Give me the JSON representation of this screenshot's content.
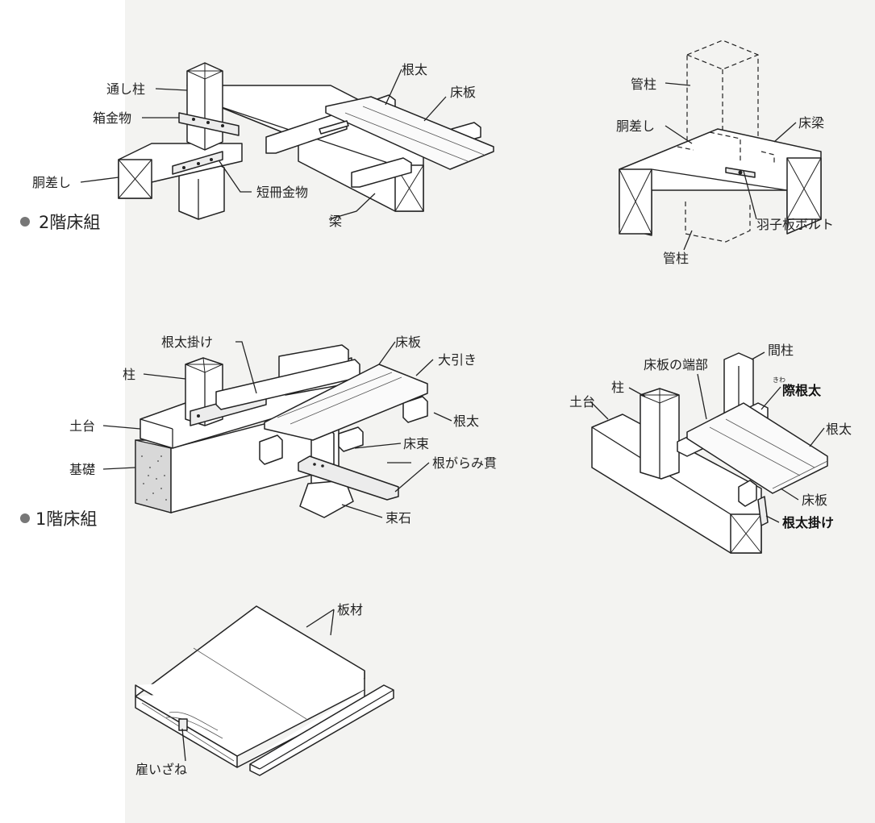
{
  "sections": {
    "floor2": {
      "title": "2階床組"
    },
    "floor1": {
      "title": "1階床組"
    }
  },
  "labels": {
    "d1": {
      "toshibashira": "通し柱",
      "hakokanamono": "箱金物",
      "dousashi": "胴差し",
      "tanzakukanamono": "短冊金物",
      "hari": "梁",
      "neda": "根太",
      "yukaita": "床板"
    },
    "d2": {
      "kudabashira_top": "管柱",
      "dousashi": "胴差し",
      "yukabari": "床梁",
      "hagoitabolt": "羽子板ボルト",
      "kudabashira_bottom": "管柱"
    },
    "d3": {
      "nedakake": "根太掛け",
      "yukaita": "床板",
      "oobiki": "大引き",
      "hashira": "柱",
      "dodai": "土台",
      "kiso": "基礎",
      "neda": "根太",
      "yukazuka": "床束",
      "negaraminuki": "根がらみ貫",
      "tsukaishi": "束石"
    },
    "d4": {
      "madobashira": "間柱",
      "yukaita_tanbu": "床板の端部",
      "hashira": "柱",
      "kiwa_ruby": "きわ",
      "kiwaneda": "際根太",
      "dodai": "土台",
      "neda": "根太",
      "yukaita": "床板",
      "nedakake": "根太掛け"
    },
    "d5": {
      "itazai": "板材",
      "yatoizane": "雇いざね"
    }
  }
}
